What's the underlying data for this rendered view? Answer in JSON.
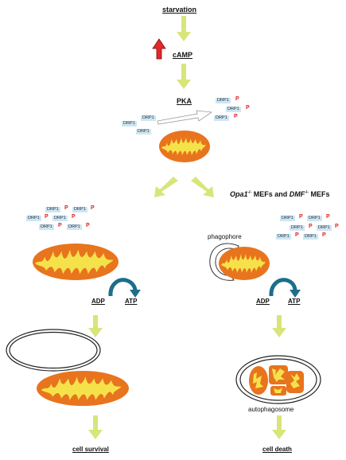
{
  "colors": {
    "arrow": "#d8e57a",
    "red_arrow": "#e3262a",
    "mito_outer": "#e8741e",
    "mito_inner": "#f5e24a",
    "curved_arrow": "#1d6e8c",
    "drp_bg": "#cfe6f2",
    "phospho": "#e02020"
  },
  "icons": [
    "up-arrow-icon",
    "curved-arrow-icon"
  ],
  "labels": {
    "starvation": "starvation",
    "camp": "cAMP",
    "pka": "PKA",
    "condition": "Opa1-/- MEFs and DMF-/- MEFs",
    "condition_opa1": "Opa1",
    "condition_sup1": "-/-",
    "condition_mid": " MEFs and ",
    "condition_dmf": "DMF",
    "condition_sup2": "-/-",
    "condition_end": " MEFs",
    "phagophore": "phagophore",
    "adp_left": "ADP",
    "atp_left": "ATP",
    "adp_right": "ADP",
    "atp_right": "ATP",
    "autophagosome": "autophagosome",
    "cell_survival": "cell survival",
    "cell_death": "cell death"
  },
  "drp1": {
    "text": "DRP1",
    "phospho": "P"
  }
}
